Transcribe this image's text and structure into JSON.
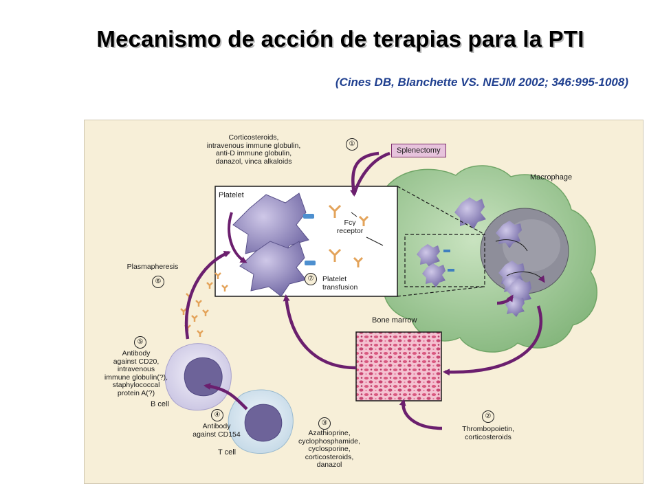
{
  "slide": {
    "title": "Mecanismo de acción de terapias para la PTI",
    "citation": "(Cines DB, Blanchette VS. NEJM 2002; 346:995-1008)"
  },
  "diagram": {
    "therapies": {
      "t1": {
        "number": "①",
        "text": "Corticosteroids,\nintravenous immune globulin,\nanti-D immune globulin,\ndanazol, vinca alkaloids"
      },
      "splenectomy": "Splenectomy",
      "t2": {
        "number": "②",
        "text": "Thrombopoietin,\ncorticosteroids"
      },
      "t3": {
        "number": "③",
        "text": "Azathioprine,\ncyclophosphamide,\ncyclosporine,\ncorticosteroids,\ndanazol"
      },
      "t4": {
        "number": "④",
        "text": "Antibody\nagainst CD154"
      },
      "t5": {
        "number": "⑤",
        "text": "Antibody\nagainst CD20,\nintravenous\nimmune globulin(?),\nstaphylococcal\nprotein A(?)"
      },
      "t6": {
        "number": "⑥",
        "text": "Plasmapheresis"
      },
      "t7": {
        "number": "⑦",
        "text": "Platelet\ntransfusion"
      }
    },
    "labels": {
      "platelet": "Platelet",
      "fc_receptor": "Fcγ\nreceptor",
      "macrophage": "Macrophage",
      "bone_marrow": "Bone marrow",
      "b_cell": "B cell",
      "t_cell": "T cell"
    },
    "colors": {
      "arrow": "#6b1f6e",
      "macrophage": "#a9cfa0",
      "platelet": "#8c83b8",
      "antibody": "#e3a35a",
      "marrow": "#e58aa8",
      "background": "#f7efd8"
    }
  }
}
